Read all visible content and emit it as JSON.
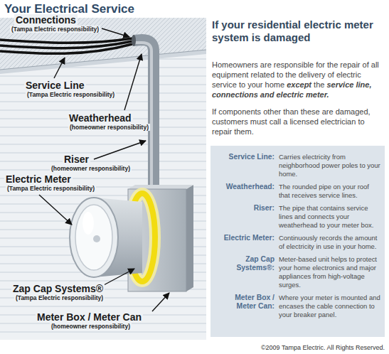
{
  "diagram": {
    "title": "Your Electrical Service",
    "caption": "©2009 Tampa Electric. All Rights Reserved.",
    "nodes": [
      {
        "text": [
          "Service Line:",
          "Carries electricity from neighborhood power poles to your home.",
          "Weatherhead:",
          "The rounded pipe on your roof that receives service lines.",
          "Riser:",
          "The pipe that contains service lines and connects your weatherhead to your meter box.",
          "Electric Meter:",
          "Continuously records the amount of electricity in use in your home.",
          "Zap Cap Systems®:",
          "Meter-based unit helps to protect your home electronics and major appliances from high-voltage surges.",
          "Meter Box / Meter Can:",
          "Where your meter is mounted and encases the cable connection to your breaker panel."
        ]
      }
    ],
    "labels": [
      "If your residential electric meter system is damaged",
      "Homeowners are responsible for the repair of all equipment related to the delivery of electric service to your home",
      "except",
      "the",
      "service line, connections and electric meter.",
      "If components other than these are damaged, customers must call a licensed electrician to repair them.",
      "Connections",
      "(Tampa Electric responsibility)",
      "Service Line",
      "(Tampa Electric responsibility)",
      "Weatherhead",
      "(homeowner responsibility)",
      "Riser",
      "(homeowner responsibility)",
      "Electric Meter",
      "(Tampa Electric responsibility)",
      "Zap Cap Systems®",
      "(Tampa Electric responsibility)",
      "Meter Box / Meter Can",
      "(homeowner responsibility)"
    ]
  }
}
